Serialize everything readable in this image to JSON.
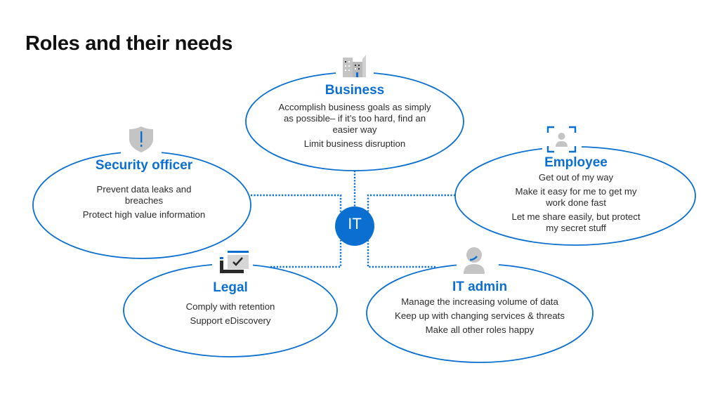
{
  "title": "Roles and their needs",
  "center": {
    "label": "IT"
  },
  "colors": {
    "accent": "#0a6fd1",
    "icon_gray": "#b7b7b7",
    "text": "#2b2b2b"
  },
  "roles": [
    {
      "id": "business",
      "name": "Business",
      "icon": "building-icon",
      "needs": [
        "Accomplish business goals as simply as possible– if it’s too hard, find an easier way",
        "Limit business disruption"
      ]
    },
    {
      "id": "security-officer",
      "name": "Security officer",
      "icon": "shield-alert-icon",
      "needs": [
        "Prevent data leaks and breaches",
        "Protect high value information"
      ]
    },
    {
      "id": "employee",
      "name": "Employee",
      "icon": "user-frame-icon",
      "needs": [
        "Get out of my way",
        "Make it easy for me to get my work done fast",
        "Let me share easily, but protect my secret stuff"
      ]
    },
    {
      "id": "legal",
      "name": "Legal",
      "icon": "checklist-icon",
      "needs": [
        "Comply with retention",
        "Support eDiscovery"
      ]
    },
    {
      "id": "it-admin",
      "name": "IT admin",
      "icon": "headset-user-icon",
      "needs": [
        "Manage the increasing volume of data",
        "Keep up with changing services & threats",
        "Make all other roles happy"
      ]
    }
  ]
}
